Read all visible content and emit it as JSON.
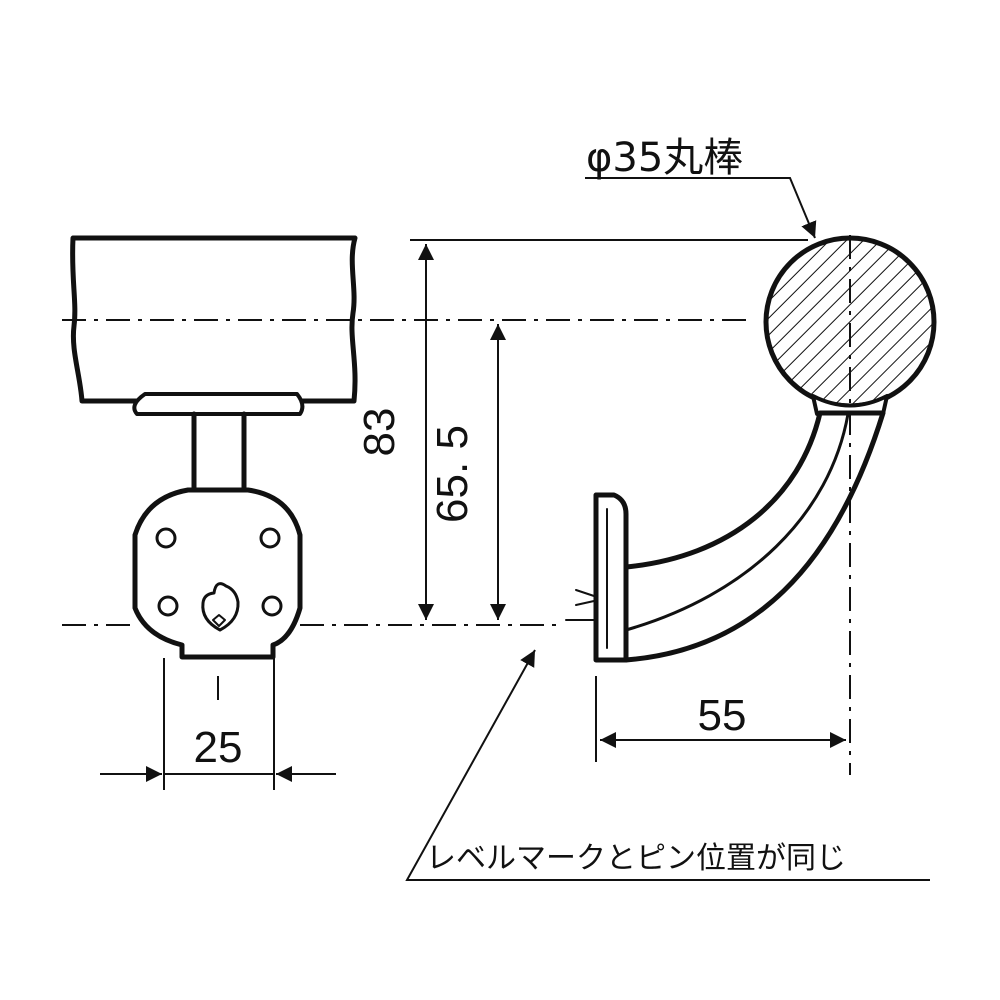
{
  "drawing": {
    "colors": {
      "line": "#111111",
      "background": "#ffffff"
    },
    "dimensions": {
      "overall_height": "83",
      "center_height": "65. 5",
      "bracket_width": "25",
      "projection": "55"
    },
    "annotations": {
      "rail_diameter": "φ35丸棒",
      "level_note": "レベルマークとピン位置が同じ"
    }
  }
}
